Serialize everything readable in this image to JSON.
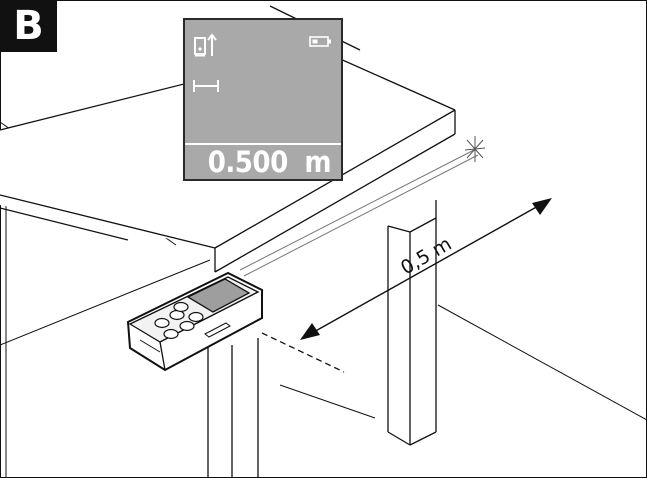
{
  "figure": {
    "label": "B"
  },
  "display": {
    "reading_value": "0.500",
    "reading_unit": "m",
    "icons": [
      "reference-point-rear-icon",
      "length-measurement-icon",
      "battery-icon"
    ]
  },
  "dimension": {
    "label": "0,5 m"
  },
  "colors": {
    "display_background": "#a9a9a9",
    "line": "#111111",
    "label_background": "#111111"
  }
}
